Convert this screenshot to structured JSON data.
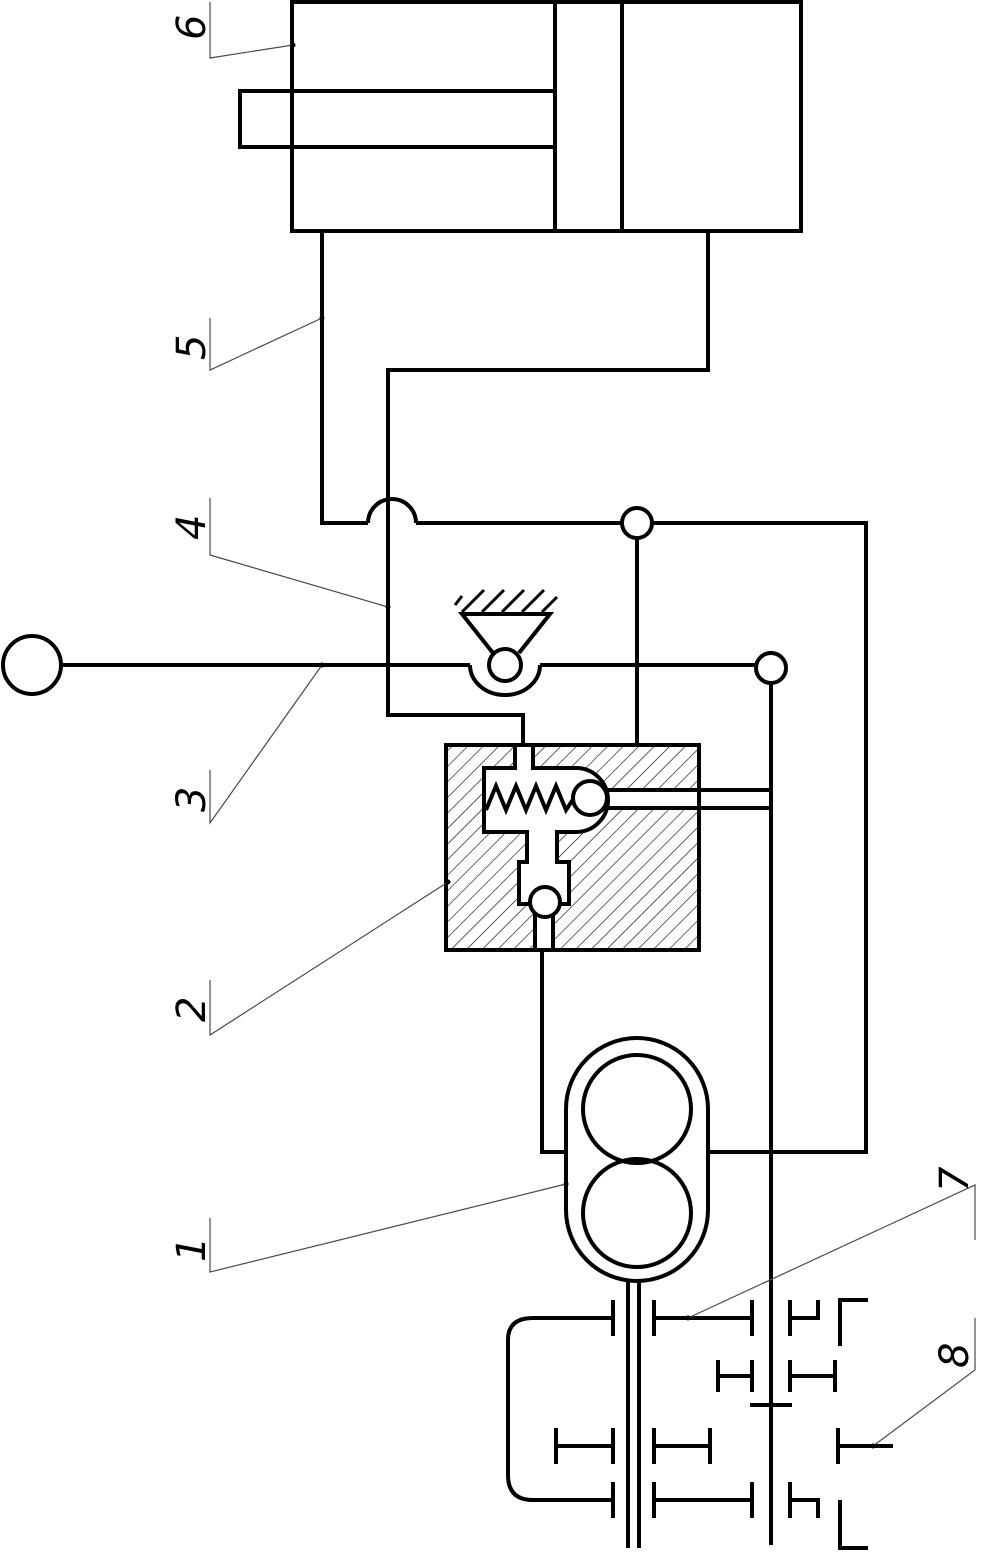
{
  "labels": {
    "pump": "1",
    "valve_block": "2",
    "lever": "3",
    "pipe": "4",
    "hose": "5",
    "cylinder": "6",
    "shaft": "7",
    "gear": "8"
  }
}
